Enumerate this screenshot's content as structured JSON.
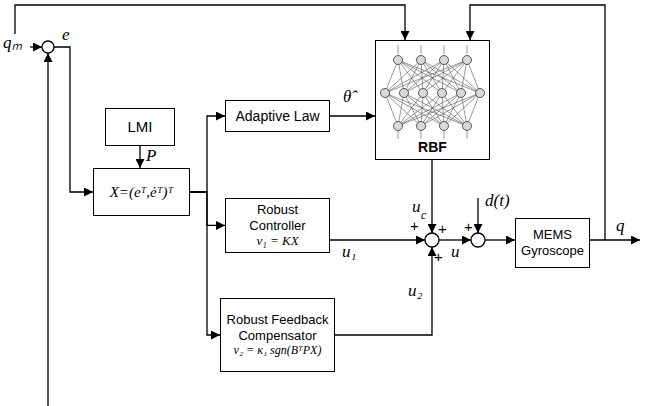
{
  "diagram": {
    "nodes": [
      {
        "text": [
          "LMI"
        ]
      },
      {
        "text": [
          "X=(eᵀ,ėᵀ)ᵀ"
        ]
      },
      {
        "text": [
          "Adaptive Law"
        ]
      },
      {
        "text": [
          "RBF"
        ]
      },
      {
        "text": [
          "Robust Controller",
          "v₁ = KX"
        ]
      },
      {
        "text": [
          "Robust Feedback Compensator",
          "v₂ = κ₁ sgn(BᵀPX)"
        ]
      },
      {
        "text": [
          "MEMS Gyroscope"
        ]
      }
    ],
    "edges": [
      {
        "from": 0,
        "to": 1,
        "arrow": "to",
        "label": "P"
      },
      {
        "from": 1,
        "to": 2,
        "arrow": "to"
      },
      {
        "from": 2,
        "to": 3,
        "arrow": "to",
        "label": "θ̂"
      },
      {
        "from": 1,
        "to": 4,
        "arrow": "to"
      },
      {
        "from": 1,
        "to": 5,
        "arrow": "to"
      }
    ],
    "labels": [
      "qₘ",
      "e",
      "u",
      "c",
      "u₁",
      "u₂",
      "+",
      "+",
      "+",
      "u",
      "+",
      "d(t)",
      "q"
    ]
  }
}
